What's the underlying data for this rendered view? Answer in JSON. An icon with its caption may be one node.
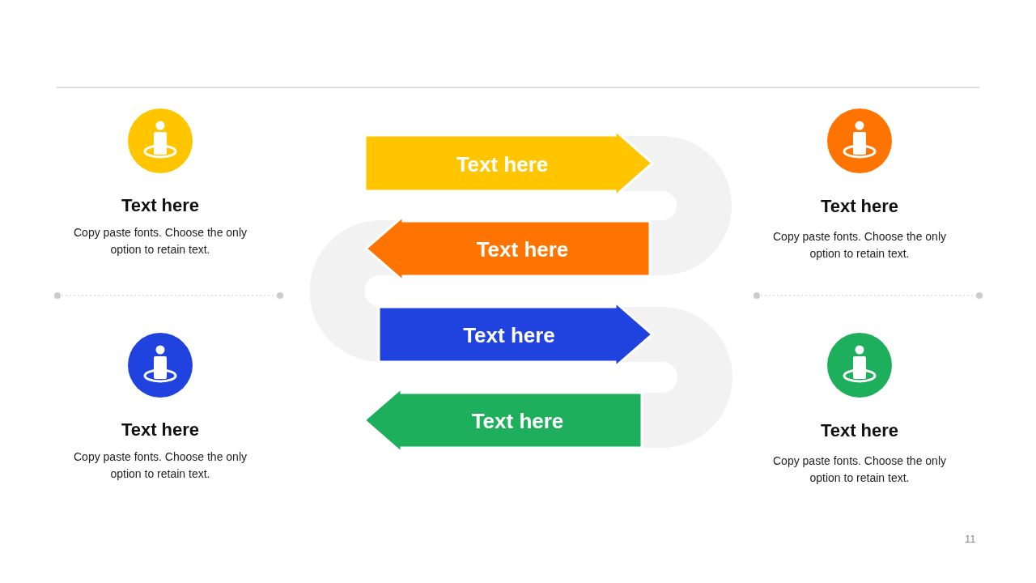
{
  "diagram": {
    "nodes": [
      {
        "text": [
          "Text here"
        ]
      },
      {
        "text": [
          "Text here"
        ]
      },
      {
        "text": [
          "Text here"
        ]
      },
      {
        "text": [
          "Text here"
        ]
      }
    ],
    "labels": [
      "Text here",
      "Copy paste fonts. Choose the only option to retain text.",
      "Text here",
      "Copy paste fonts. Choose the only option to retain text.",
      "Text here",
      "Copy paste fonts. Choose the only option to retain text.",
      "Text here",
      "Copy paste fonts. Choose the only option to retain text.",
      "11"
    ]
  }
}
